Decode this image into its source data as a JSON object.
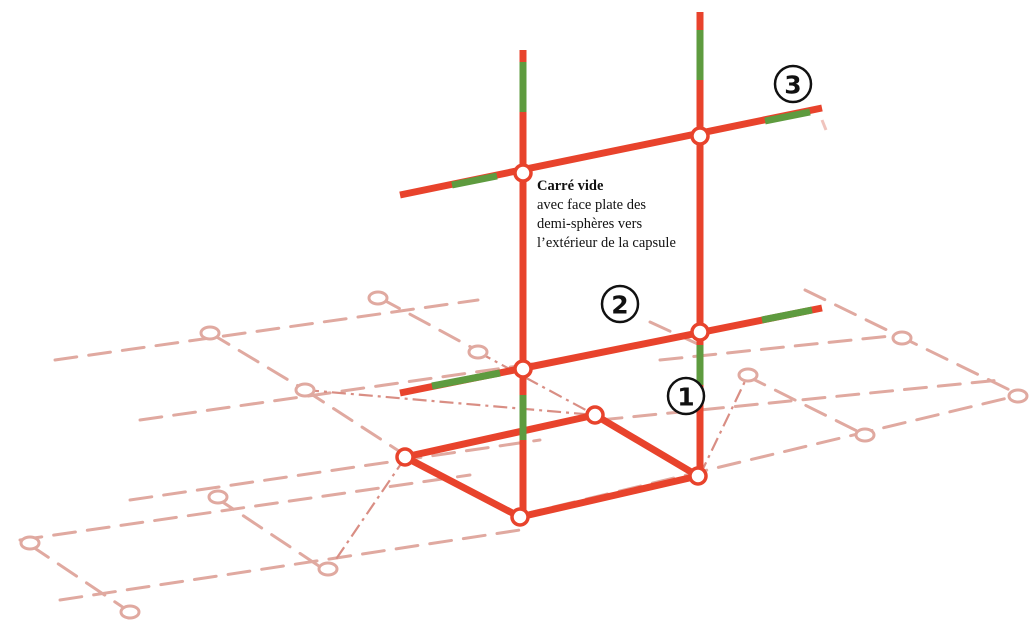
{
  "markers": [
    {
      "id": "1",
      "label": "1"
    },
    {
      "id": "2",
      "label": "2"
    },
    {
      "id": "3",
      "label": "3"
    }
  ],
  "annotation": {
    "title": "Carré vide",
    "lines": [
      "avec face plate des",
      "demi-sphères vers",
      "l’extérieur de la capsule"
    ]
  },
  "colors": {
    "bar": "#e8432c",
    "bar_segment": "#5e9b3f",
    "ground_grid": "#e0a9a0",
    "joint_fill": "#ffffff"
  }
}
